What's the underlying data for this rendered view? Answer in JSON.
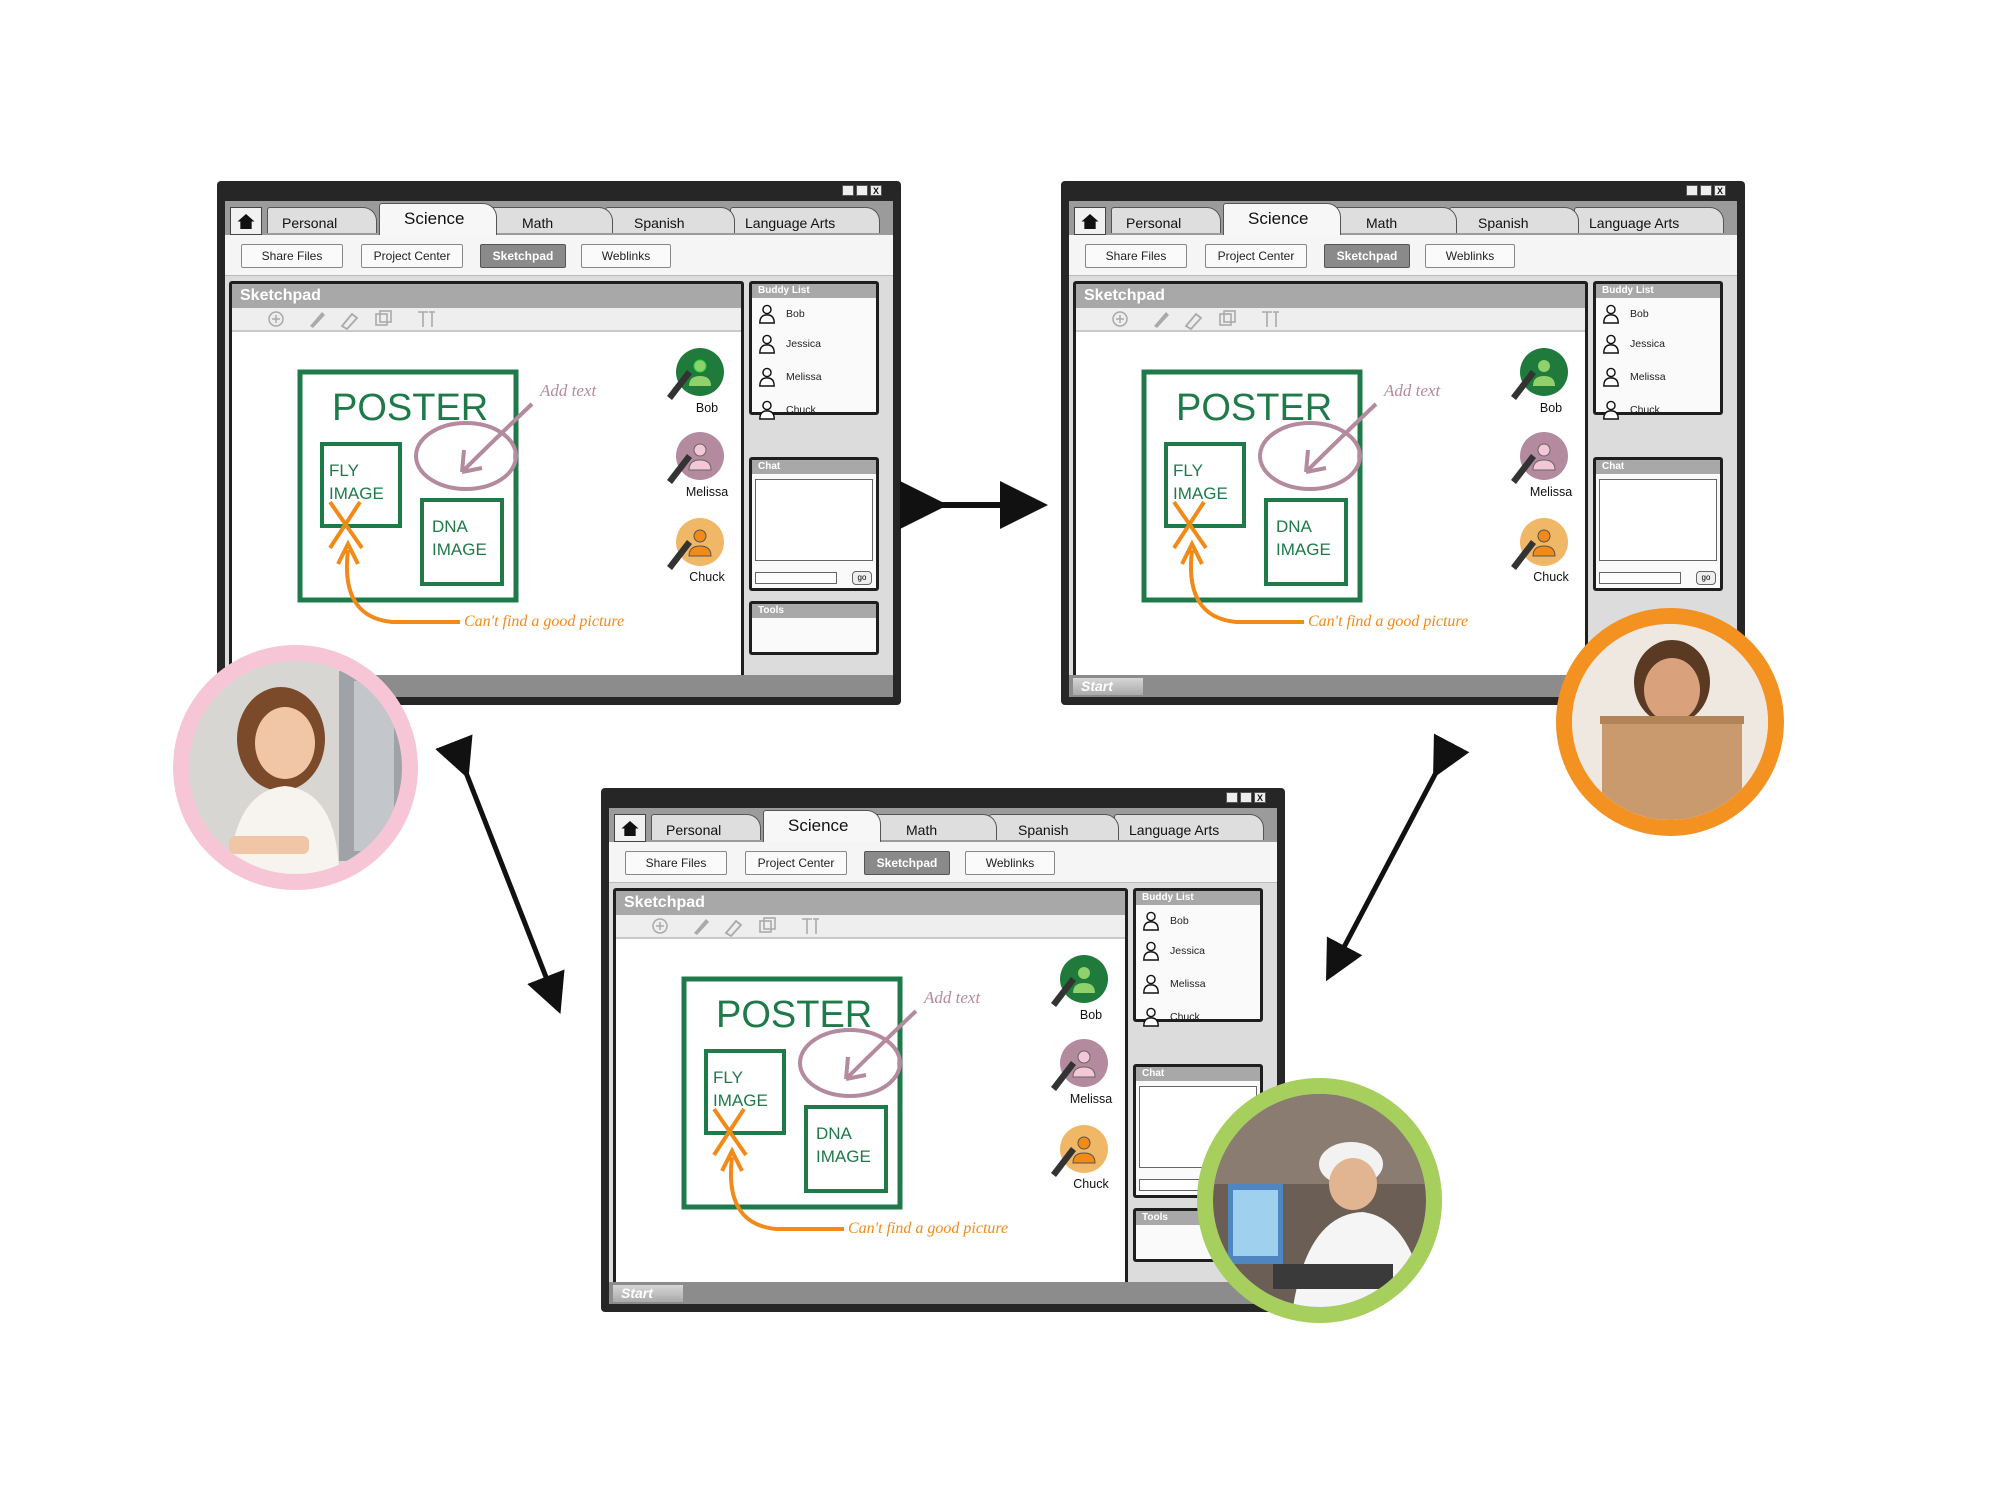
{
  "window": {
    "controls": [
      "",
      "",
      "X"
    ],
    "tabs": [
      {
        "label": "Personal"
      },
      {
        "label": "Science"
      },
      {
        "label": "Math"
      },
      {
        "label": "Spanish"
      },
      {
        "label": "Language Arts"
      }
    ],
    "subnav": [
      {
        "label": "Share Files"
      },
      {
        "label": "Project Center"
      },
      {
        "label": "Sketchpad"
      },
      {
        "label": "Weblinks"
      }
    ],
    "sketchpad": {
      "title": "Sketchpad",
      "tool_icons": [
        "add-icon",
        "pencil-icon",
        "eraser-icon",
        "layers-icon",
        "text-tool-icon"
      ],
      "drawing": {
        "poster": "POSTER",
        "fly_line1": "FLY",
        "fly_line2": "IMAGE",
        "dna_line1": "DNA",
        "dna_line2": "IMAGE",
        "add_text": "Add text",
        "cant_find": "Can't find a good picture"
      },
      "collaborators": [
        {
          "name": "Bob",
          "color": "#1f7a3c",
          "light": "#8fd16b"
        },
        {
          "name": "Melissa",
          "color": "#b48a9e",
          "light": "#f4c7d6"
        },
        {
          "name": "Chuck",
          "color": "#f0b766",
          "light": "#f28a18"
        }
      ]
    },
    "buddy_list": {
      "title": "Buddy List",
      "buddies": [
        "Bob",
        "Jessica",
        "Melissa",
        "Chuck"
      ]
    },
    "chat": {
      "title": "Chat",
      "go_label": "go"
    },
    "tools": {
      "title": "Tools"
    },
    "start_label": "Start"
  },
  "colors": {
    "poster_green": "#1e7a48",
    "annotation_mauve": "#b48a9e",
    "annotation_orange": "#f28a18",
    "ring_pink": "#f6c5d6",
    "ring_orange": "#f39121",
    "ring_green": "#a6cf5e"
  }
}
